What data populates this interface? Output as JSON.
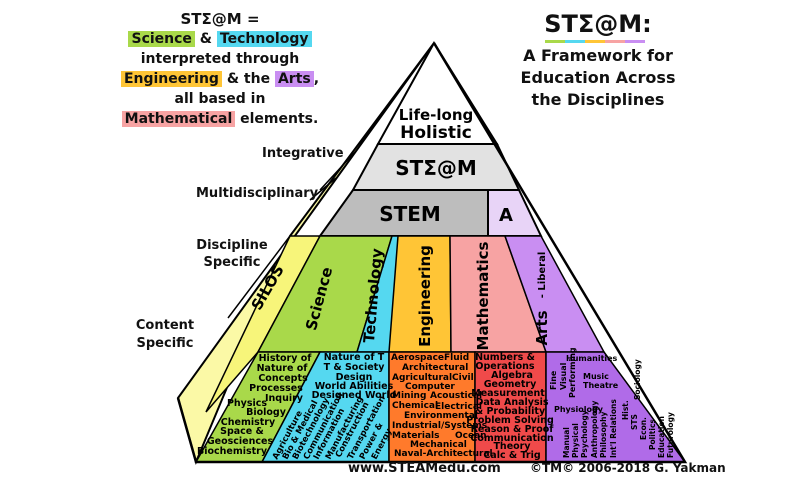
{
  "definition": {
    "line1_brand": "STΣ@M",
    "line1_eq": "=",
    "science": "Science",
    "amp1": "&",
    "technology": "Technology",
    "line3": "interpreted through",
    "engineering": "Engineering",
    "amp2": "& the",
    "arts": "Arts",
    "comma": ",",
    "line5": "all based in",
    "mathematical": "Mathematical",
    "elements": "elements."
  },
  "title": {
    "brand": "STΣ@M:",
    "line1": "A Framework for",
    "line2": "Education Across",
    "line3": "the Disciplines"
  },
  "levels": {
    "integrative": "Integrative",
    "multidisciplinary": "Multidisciplinary",
    "discipline1": "Discipline",
    "discipline2": "Specific",
    "content1": "Content",
    "content2": "Specific"
  },
  "pyramid": {
    "lifelong": "Life-long",
    "holistic": "Holistic",
    "steam": "STΣ@M",
    "stem": "STEM",
    "a": "A",
    "silos": "SILOS",
    "science": "Science",
    "technology": "Technology",
    "engineering": "Engineering",
    "mathematics": "Mathematics",
    "arts": "Arts",
    "liberal": "- Liberal"
  },
  "content": {
    "science": [
      "History of",
      "Nature of",
      "Concepts",
      "Processes",
      "Inquiry",
      "Physics",
      "Biology",
      "Chemistry",
      "Space &",
      "Geosciences",
      "Biochemistry"
    ],
    "technology_top": [
      "Nature of T",
      "T & Society",
      "Design",
      "World Abilities",
      "Designed World"
    ],
    "technology_rot": [
      "Agriculture",
      "Bio & Medical",
      "Biotechnology",
      "Communication",
      "Information",
      "Manufacturing",
      "Construction",
      "Transportation",
      "Power &",
      "Energy"
    ],
    "engineering": [
      "Aerospace",
      "Fluid",
      "Architectural",
      "Agricultural",
      "Civil",
      "Computer",
      "Mining",
      "Acoustical",
      "Chemical",
      "Electrical",
      "Environmental",
      "Industrial/Systems",
      "Materials",
      "Ocean",
      "Mechanical",
      "Naval-Architectural"
    ],
    "mathematics": [
      "Numbers &",
      "Operations",
      "Algebra",
      "Geometry",
      "Measurement",
      "Data Analysis",
      "& Probability",
      "Problem Solving",
      "Reason & Proof",
      "Communication",
      "Theory",
      "Calc & Trig"
    ],
    "arts_top": [
      "Humanities",
      "Fine",
      "Visual",
      "Performing",
      "Music",
      "Theatre",
      "Physiology"
    ],
    "arts_rot": [
      "Manual",
      "Physical",
      "Psychology",
      "Anthropology",
      "Philosophy",
      "Int'l Relations",
      "Hist.",
      "STS",
      "Econ.",
      "Politics",
      "Education",
      "Futurology",
      "Sociology"
    ]
  },
  "footer": {
    "url": "www.STEAMedu.com",
    "copyright": "©TM© 2006-2018 G. Yakman"
  },
  "colors": {
    "science": "#a9d94a",
    "technology": "#55d8f0",
    "engineering": "#ffc536",
    "mathematics": "#f7a3a3",
    "arts": "#c98ef2",
    "silos": "#f7f57a",
    "stem_band": "#bdbdbd",
    "steam_band": "#e2e2e2"
  }
}
